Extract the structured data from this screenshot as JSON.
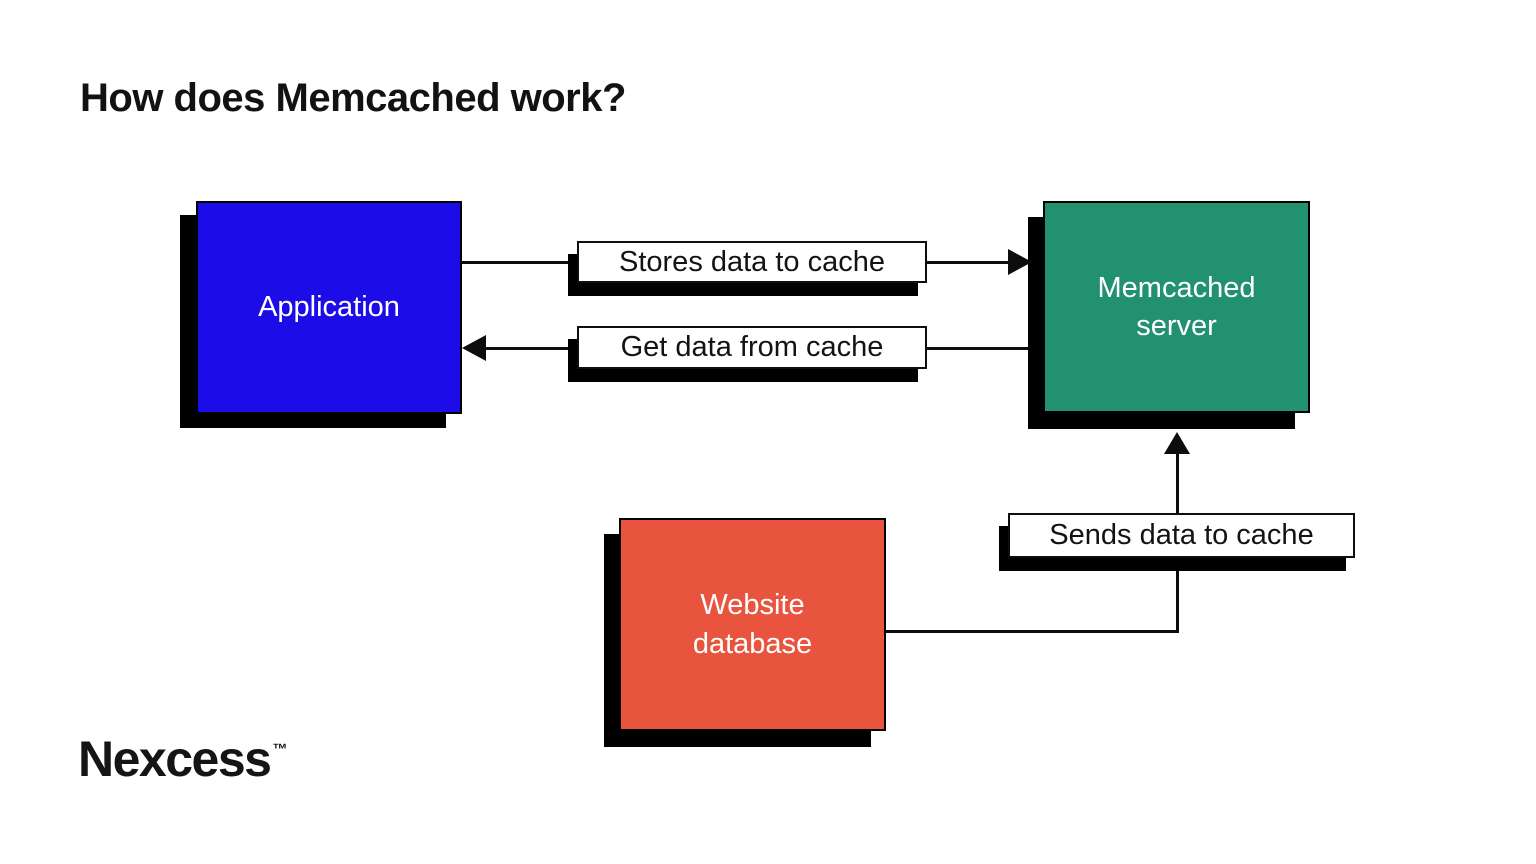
{
  "page": {
    "background": "#ffffff"
  },
  "title": "How does Memcached work?",
  "diagram": {
    "nodes": [
      {
        "id": "application",
        "label": "Application",
        "color": "#1b0ce8"
      },
      {
        "id": "memcached-server",
        "label": "Memcached server",
        "color": "#21916f"
      },
      {
        "id": "website-database",
        "label": "Website database",
        "color": "#e8543d"
      }
    ],
    "edges": [
      {
        "id": "stores",
        "label": "Stores data to cache",
        "from": "application",
        "to": "memcached-server",
        "direction": "right"
      },
      {
        "id": "get",
        "label": "Get data from cache",
        "from": "memcached-server",
        "to": "application",
        "direction": "left"
      },
      {
        "id": "sends",
        "label": "Sends data to cache",
        "from": "website-database",
        "to": "memcached-server",
        "direction": "up"
      }
    ],
    "node_text_color": "#ffffff",
    "line_color": "#0d0d0d",
    "shadow_color": "#000000",
    "label_bg": "#ffffff"
  },
  "logo": {
    "text": "Nexcess",
    "trademark": "™"
  }
}
